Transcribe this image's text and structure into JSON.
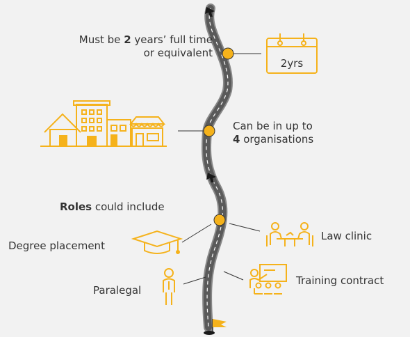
{
  "colors": {
    "background": "#f2f2f2",
    "accent": "#f5b21b",
    "road": "#5a5a5a",
    "road_edge": "#888888",
    "text": "#333333"
  },
  "steps": {
    "duration": {
      "line1_pre": "Must be ",
      "line1_bold": "2",
      "line1_post": " years’ full time",
      "line2": "or equivalent",
      "icon": "calendar-icon",
      "icon_text": "2yrs"
    },
    "organisations": {
      "line1": "Can be in up to",
      "line2_bold": "4",
      "line2_post": " organisations",
      "icon": "buildings-icon"
    },
    "roles": {
      "heading_bold": "Roles",
      "heading_post": " could include",
      "items": [
        {
          "label": "Degree placement",
          "icon": "graduation-cap-icon"
        },
        {
          "label": "Law clinic",
          "icon": "meeting-table-icon"
        },
        {
          "label": "Paralegal",
          "icon": "person-icon"
        },
        {
          "label": "Training contract",
          "icon": "presentation-icon"
        }
      ]
    },
    "finish": {
      "icon": "finish-flag-icon"
    }
  }
}
